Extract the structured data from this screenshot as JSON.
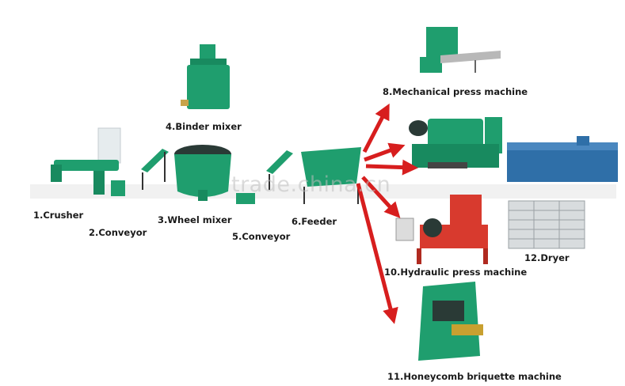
{
  "watermark": "trade.china.cn",
  "colors": {
    "machine_green": "#1f9e6e",
    "arrow_red": "#d71e1e",
    "press_red": "#d83a2e",
    "dryer_blue": "#2f6fa8"
  },
  "machines": [
    {
      "id": "crusher",
      "label": "1.Crusher"
    },
    {
      "id": "conveyor2",
      "label": "2.Conveyor"
    },
    {
      "id": "wheel-mixer",
      "label": "3.Wheel mixer"
    },
    {
      "id": "binder-mixer",
      "label": "4.Binder mixer"
    },
    {
      "id": "conveyor5",
      "label": "5.Conveyor"
    },
    {
      "id": "feeder",
      "label": "6.Feeder"
    },
    {
      "id": "mech-press-1",
      "label": "8.Mechanical press machine"
    },
    {
      "id": "hydraulic-press",
      "label": "10.Hydraulic press machine"
    },
    {
      "id": "honeycomb",
      "label": "11.Honeycomb briquette machine"
    },
    {
      "id": "dryer",
      "label": "12.Dryer"
    }
  ]
}
